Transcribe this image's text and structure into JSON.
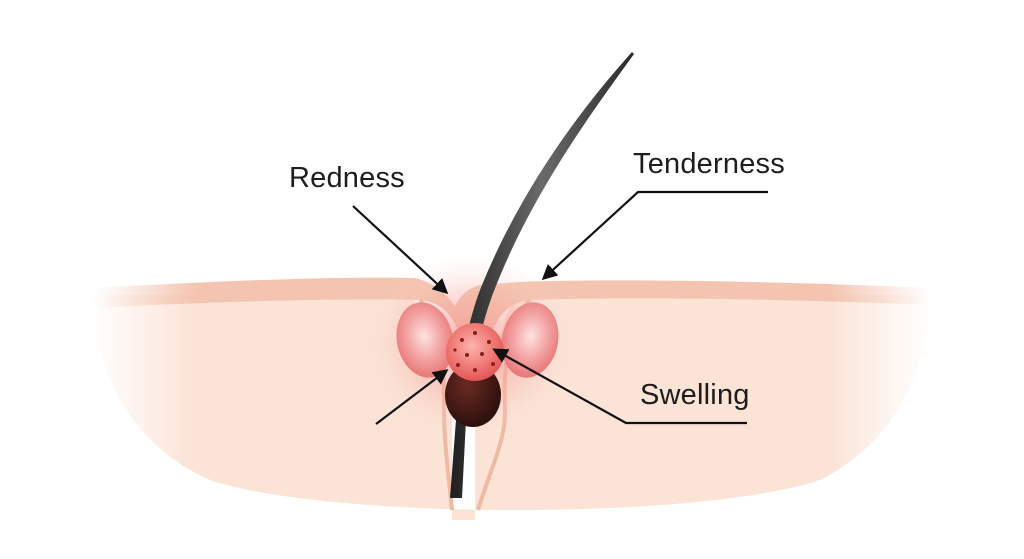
{
  "diagram": {
    "labels": {
      "redness": "Redness",
      "tenderness": "Tenderness",
      "swelling": "Swelling"
    },
    "colors": {
      "skin_light": "#fbe7dc",
      "skin_mid": "#f7d3c3",
      "skin_edge": "#eebba6",
      "inflammation": "#f06a6a",
      "pustule": "#ef6e6e",
      "bulb": "#3b1612",
      "hair": "#2e2e2e",
      "pointer": "#111111",
      "label": "#1d1d1d"
    }
  }
}
